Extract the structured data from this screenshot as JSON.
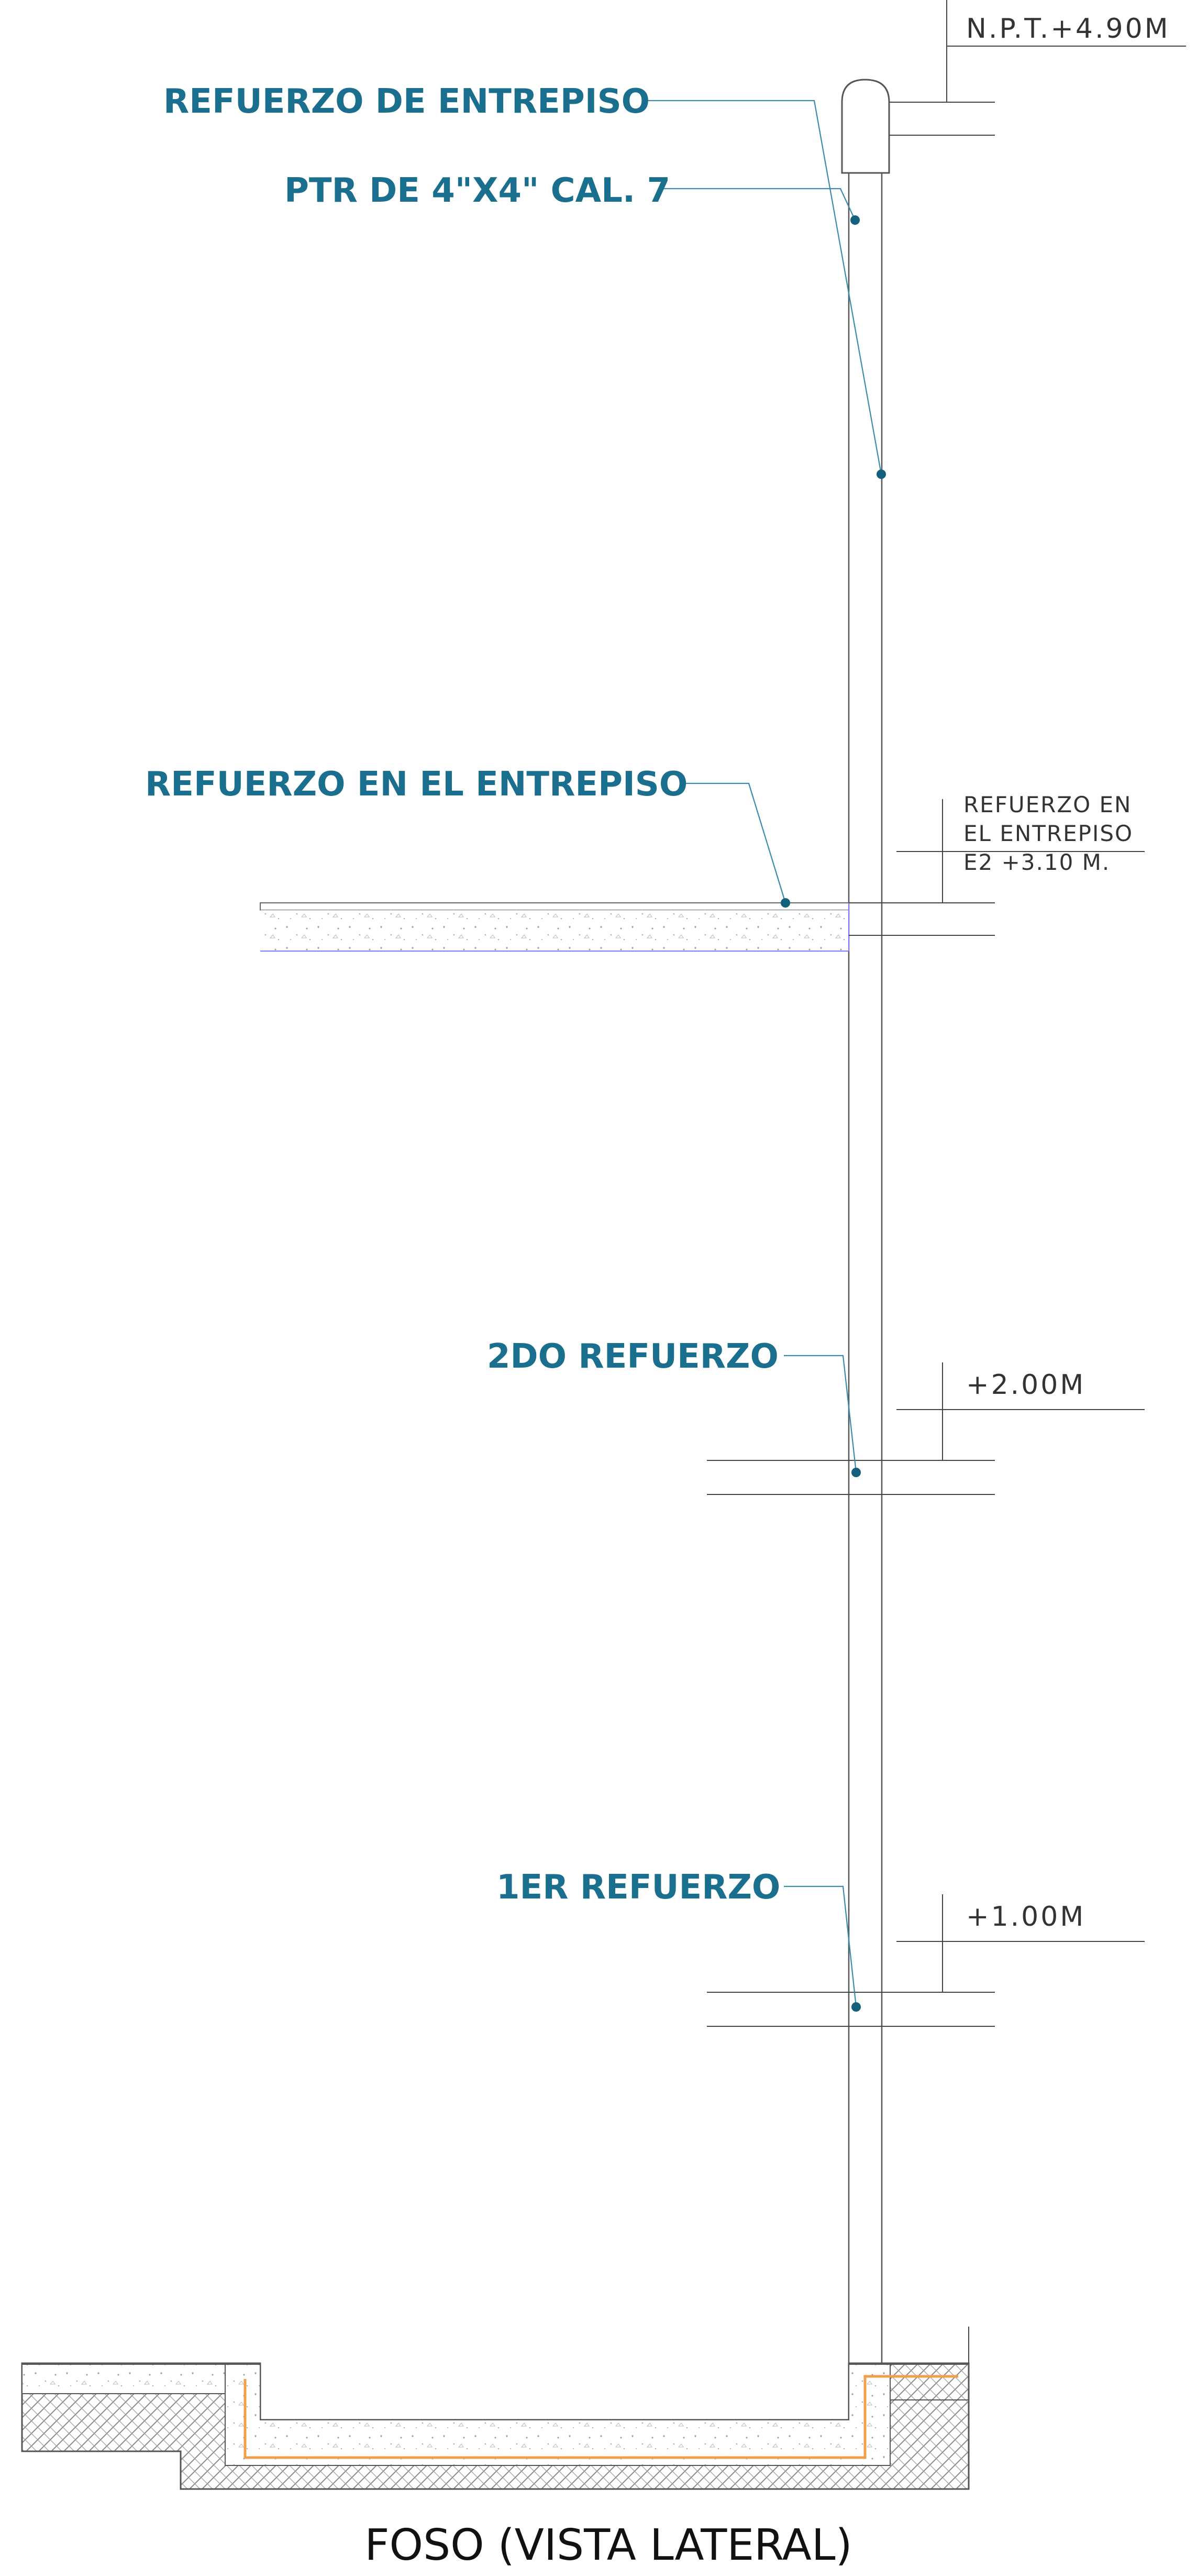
{
  "labels": {
    "refuerzo_de_entrepiso": "REFUERZO DE ENTREPISO",
    "ptr": "PTR DE 4\"X4\" CAL. 7",
    "refuerzo_en_el_entrepiso": "REFUERZO EN EL ENTREPISO",
    "segundo_refuerzo": "2DO REFUERZO",
    "primer_refuerzo": "1ER REFUERZO"
  },
  "levels": {
    "npt": "N.P.T.+4.90M",
    "entrepiso_line1": "REFUERZO EN",
    "entrepiso_line2": "EL ENTREPISO",
    "entrepiso_line3": "E2 +3.10 M.",
    "dos": "+2.00M",
    "uno": "+1.00M"
  },
  "title": "FOSO (VISTA LATERAL)",
  "colors": {
    "label": "#1a6e8e",
    "leader": "#3a8aa8",
    "rebar": "#f0a04b",
    "slab_edge": "#7a7aff"
  }
}
